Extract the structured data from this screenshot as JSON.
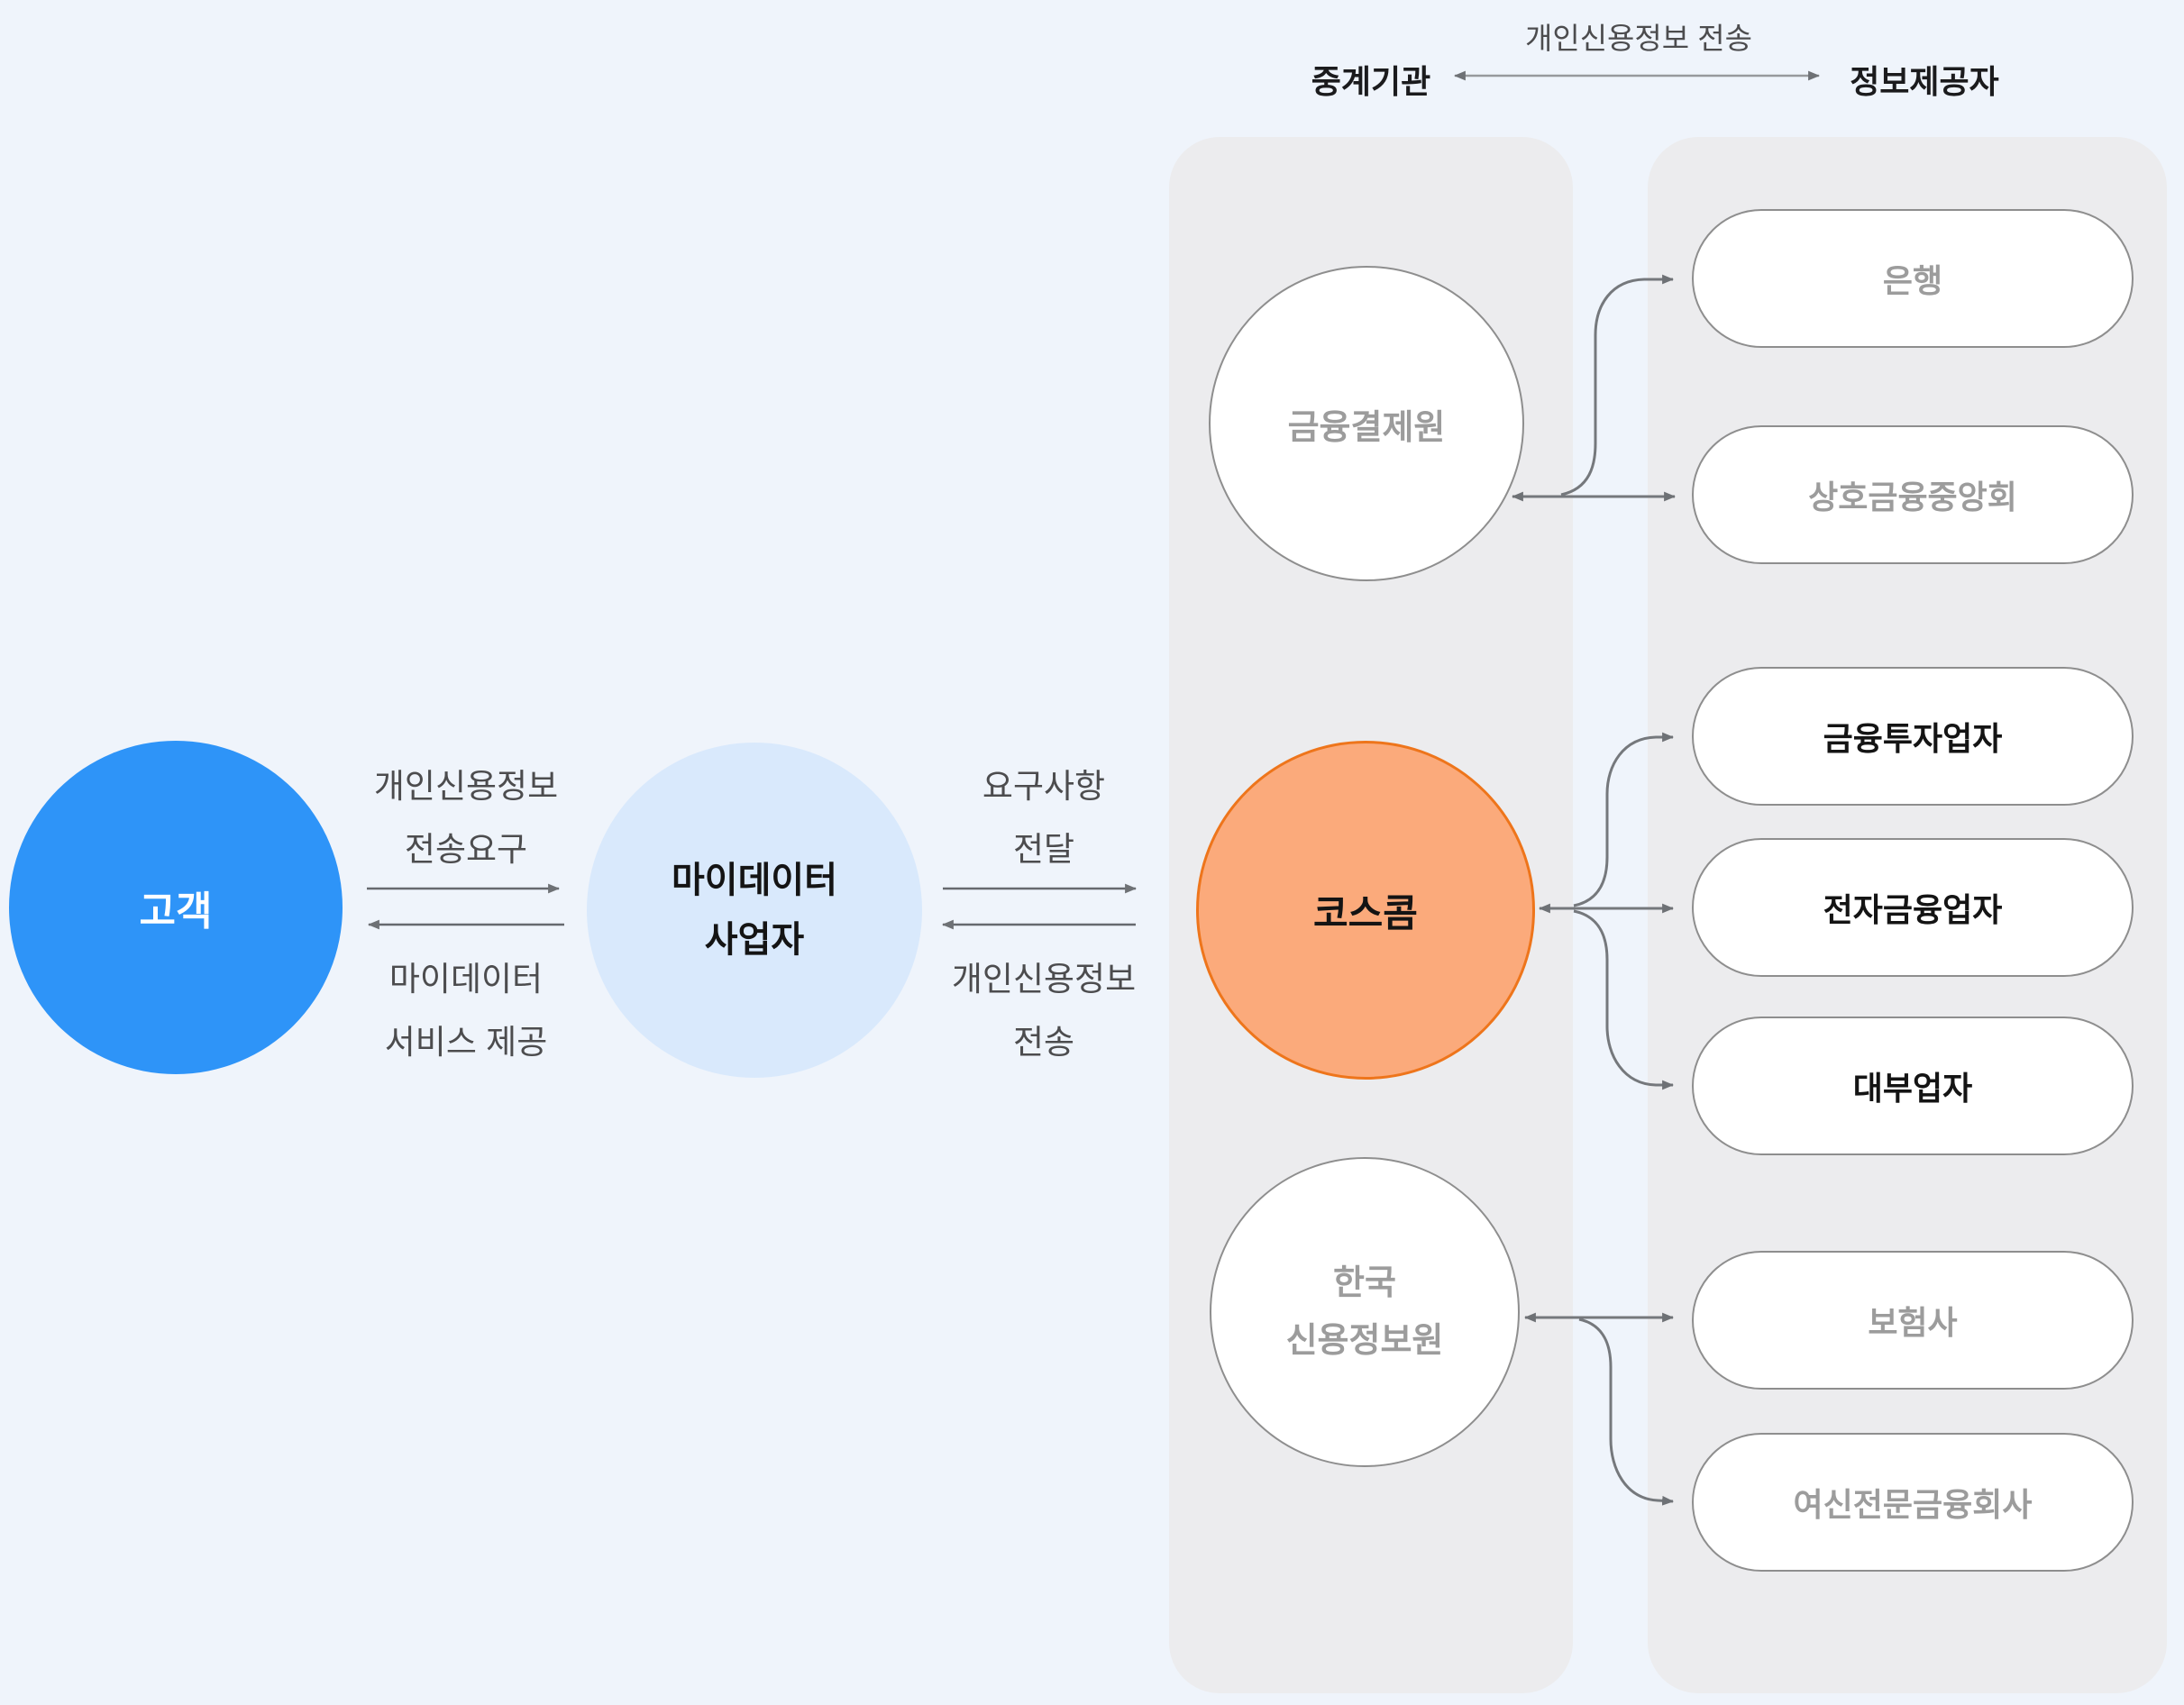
{
  "header": {
    "relay_label": "중계기관",
    "provider_label": "정보제공자",
    "transfer_label": "개인신용정보 전송"
  },
  "flow": {
    "customer_label": "고객",
    "mydata_line1": "마이데이터",
    "mydata_line2": "사업자",
    "labels": {
      "request_line1": "개인신용정보",
      "request_line2": "전송요구",
      "service_line1": "마이데이터",
      "service_line2": "서비스 제공",
      "forward_line1": "요구사항",
      "forward_line2": "전달",
      "transfer_line1": "개인신용정보",
      "transfer_line2": "전송"
    }
  },
  "relay": {
    "kftc_label": "금융결제원",
    "koscom_label": "코스콤",
    "kcis_line1": "한국",
    "kcis_line2": "신용정보원"
  },
  "providers": [
    {
      "label": "은행",
      "style": "muted"
    },
    {
      "label": "상호금융중앙회",
      "style": "muted"
    },
    {
      "label": "금융투자업자",
      "style": "active"
    },
    {
      "label": "전자금융업자",
      "style": "active"
    },
    {
      "label": "대부업자",
      "style": "active"
    },
    {
      "label": "보험사",
      "style": "muted"
    },
    {
      "label": "여신전문금융회사",
      "style": "muted"
    }
  ],
  "colors": {
    "page_bg": "#EFF4FB",
    "panel_bg": "#ECECEE",
    "customer_blue": "#2E94F8",
    "mydata_blue": "#D9E9FC",
    "koscom_fill": "#FBAA7B",
    "koscom_border": "#EE751B",
    "outline_gray": "#8E8E8E",
    "muted_text": "#9C9C9C",
    "label_text": "#4C4C4E",
    "arrow_gray": "#75787C"
  }
}
